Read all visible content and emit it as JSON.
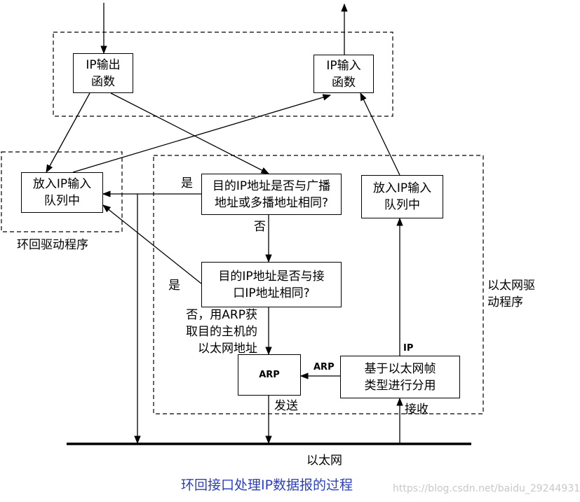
{
  "boxes": {
    "ip_output": "IP输出\n函数",
    "ip_input": "IP输入\n函数",
    "loop_queue": "放入IP输入\n队列中",
    "eth_queue": "放入IP输入\n队列中",
    "check_broadcast": "目的IP地址是否与广播\n地址或多播地址相同?",
    "check_iface": "目的IP地址是否与接\n口IP地址相同?",
    "arp": "ARP",
    "demux": "基于以太网帧\n类型进行分用"
  },
  "labels": {
    "yes1": "是",
    "no1": "否",
    "yes2": "是",
    "no_arp": "否，用ARP获\n取目的主机的\n以太网地址",
    "loopback_driver": "环回驱动程序",
    "ethernet_driver": "以太网驱\n动程序",
    "ip_tag": "IP",
    "arp_tag": "ARP",
    "send": "发送",
    "receive": "接收",
    "ethernet": "以太网"
  },
  "caption": "环回接口处理IP数据报的过程",
  "watermark": "https://blog.csdn.net/baidu_29244931"
}
